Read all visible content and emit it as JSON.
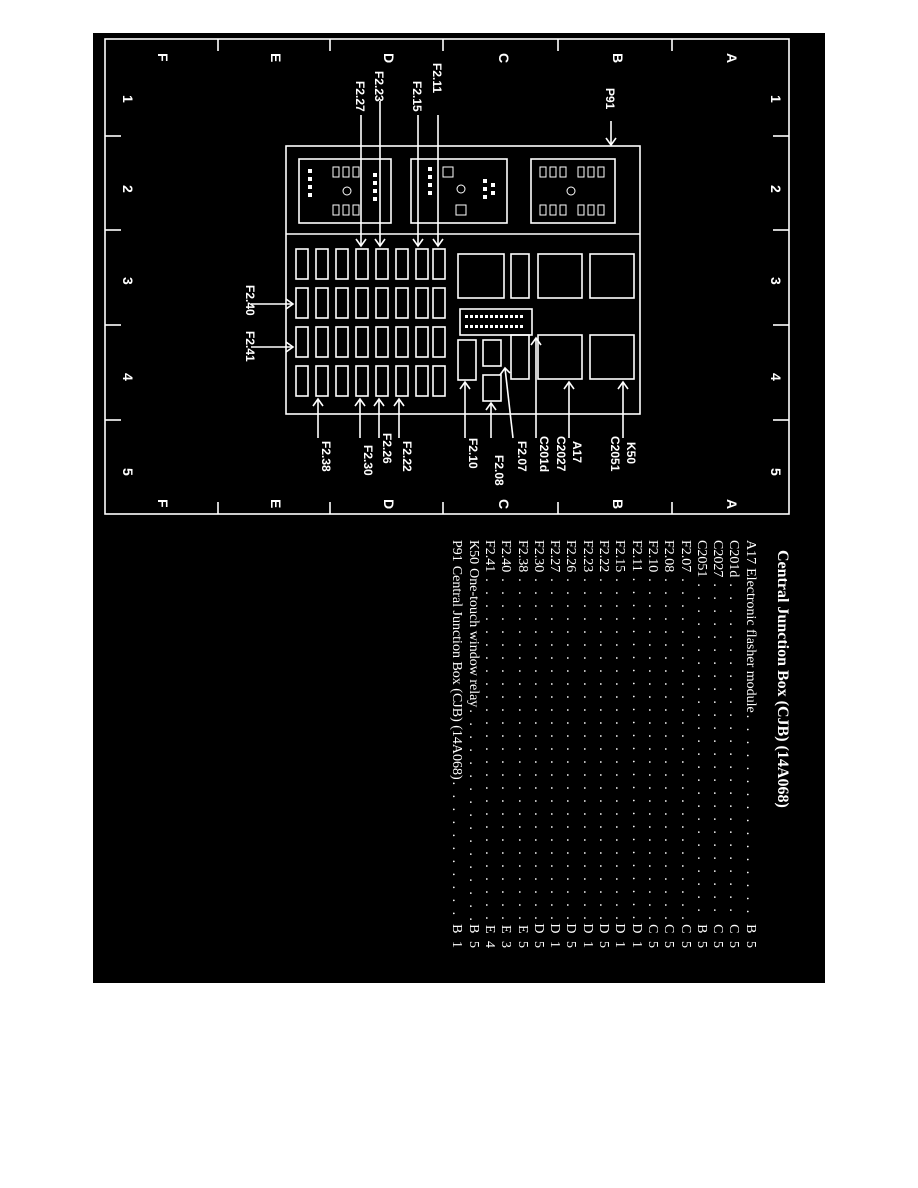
{
  "grid": {
    "columns": [
      "1",
      "2",
      "3",
      "4",
      "5"
    ],
    "rows": [
      "A",
      "B",
      "C",
      "D",
      "E",
      "F"
    ]
  },
  "callouts": {
    "p91": "P91",
    "f211": "F2.11",
    "f215": "F2.15",
    "f223": "F2.23",
    "f227": "F2.27",
    "f240": "F2.40",
    "f241": "F2.41",
    "k50": "K50",
    "c2051": "C2051",
    "a17": "A17",
    "c2027": "C2027",
    "c201d": "C201d",
    "f207": "F2.07",
    "f208": "F2.08",
    "f210": "F2.10",
    "f222": "F2.22",
    "f226": "F2.26",
    "f230": "F2.30",
    "f238": "F2.38"
  },
  "legend": {
    "title": "Central Junction Box (CJB) (14A068)",
    "items": [
      {
        "code": "A17",
        "desc": "Electronic flasher module",
        "loc": "B 5"
      },
      {
        "code": "C201d",
        "desc": "",
        "loc": "C 5"
      },
      {
        "code": "C2027",
        "desc": "",
        "loc": "C 5"
      },
      {
        "code": "C2051",
        "desc": "",
        "loc": "B 5"
      },
      {
        "code": "F2.07",
        "desc": "",
        "loc": "C 5"
      },
      {
        "code": "F2.08",
        "desc": "",
        "loc": "C 5"
      },
      {
        "code": "F2.10",
        "desc": "",
        "loc": "C 5"
      },
      {
        "code": "F2.11",
        "desc": "",
        "loc": "D 1"
      },
      {
        "code": "F2.15",
        "desc": "",
        "loc": "D 1"
      },
      {
        "code": "F2.22",
        "desc": "",
        "loc": "D 5"
      },
      {
        "code": "F2.23",
        "desc": "",
        "loc": "D 1"
      },
      {
        "code": "F2.26",
        "desc": "",
        "loc": "D 5"
      },
      {
        "code": "F2.27",
        "desc": "",
        "loc": "D 1"
      },
      {
        "code": "F2.30",
        "desc": "",
        "loc": "D 5"
      },
      {
        "code": "F2.38",
        "desc": "",
        "loc": "E 5"
      },
      {
        "code": "F2.40",
        "desc": "",
        "loc": "E 3"
      },
      {
        "code": "F2.41",
        "desc": "",
        "loc": "E 4"
      },
      {
        "code": "K50",
        "desc": "One-touch window relay",
        "loc": "B 5"
      },
      {
        "code": "P91",
        "desc": "Central Junction Box (CJB) (14A068)",
        "loc": "B 1"
      }
    ]
  }
}
